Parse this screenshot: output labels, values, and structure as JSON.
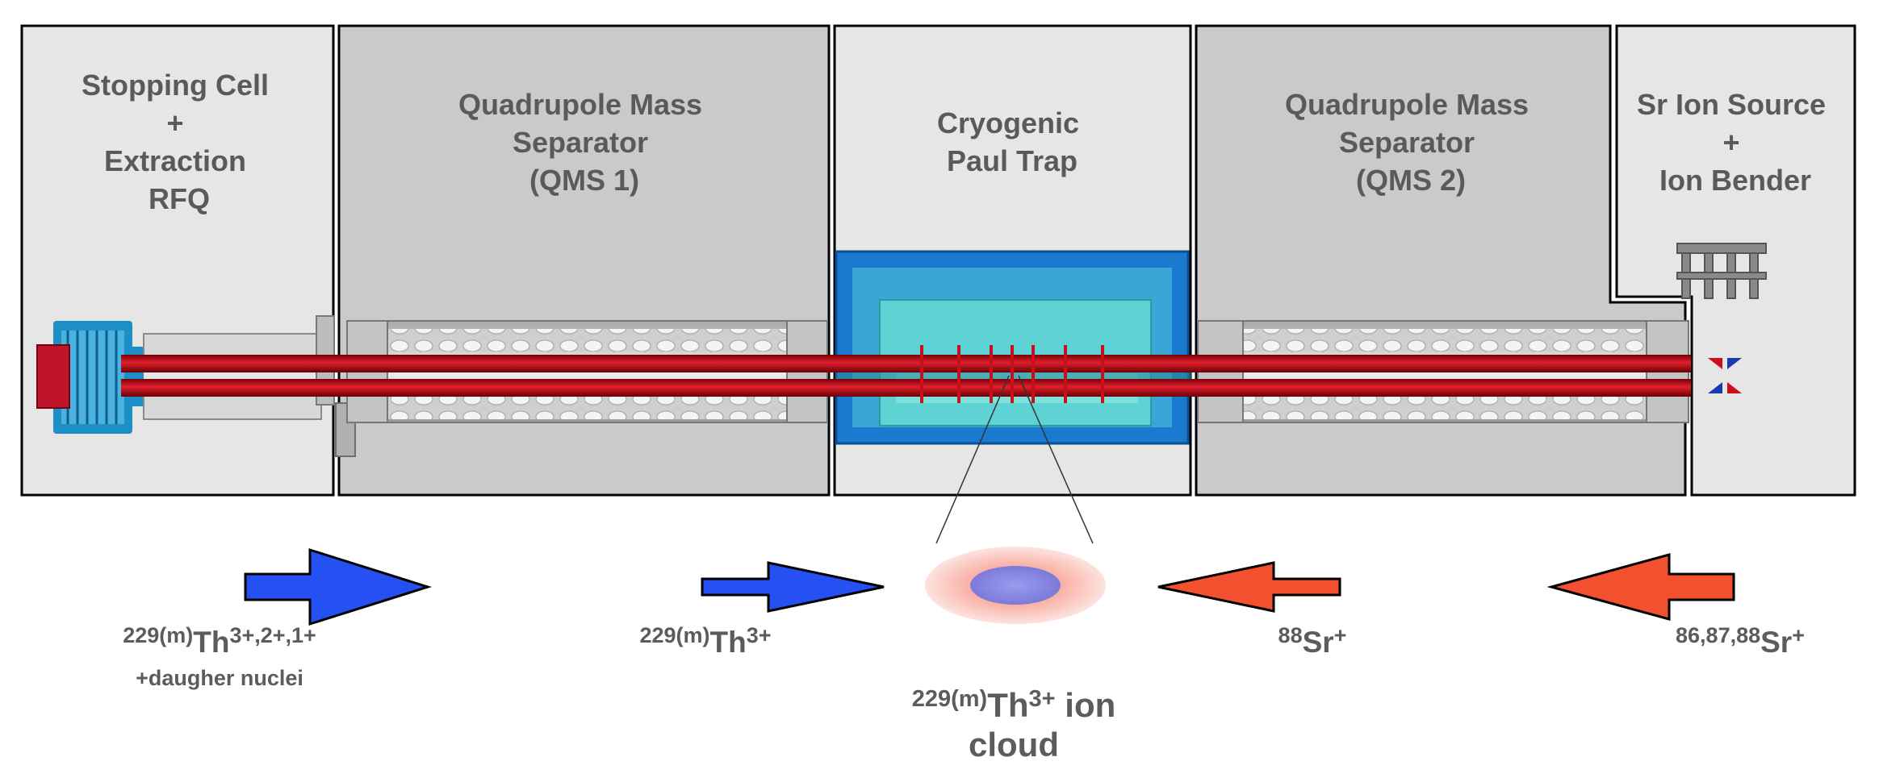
{
  "sections": {
    "stopping_cell": [
      "Stopping Cell",
      "+",
      "Extraction",
      "RFQ"
    ],
    "qms1": [
      "Quadrupole Mass",
      "Separator",
      "(QMS 1)"
    ],
    "paul_trap": [
      "Cryogenic",
      "Paul Trap"
    ],
    "qms2": [
      "Quadrupole Mass",
      "Separator",
      "(QMS 2)"
    ],
    "sr_source": [
      "Sr Ion Source",
      "+",
      "Ion Bender"
    ]
  },
  "labels": {
    "beam_in": {
      "mass": "229(m)",
      "element": "Th",
      "charge": "3+,2+,1+",
      "note": "+daugher nuclei"
    },
    "beam_qms": {
      "mass": "229(m)",
      "element": "Th",
      "charge": "3+"
    },
    "cloud": {
      "mass": "229(m)",
      "element": "Th",
      "charge": "3+",
      "suffix": " ion",
      "line2": "cloud"
    },
    "sr_trap": {
      "mass": "88",
      "element": "Sr",
      "charge": "+"
    },
    "sr_source": {
      "mass": "86,87,88",
      "element": "Sr",
      "charge": "+"
    }
  },
  "colors": {
    "panel_light": "#e6e6e6",
    "panel_dark": "#cacaca",
    "rod_red": "#c8101c",
    "trap_blue": "#1a7ad0",
    "trap_cyan": "#5fd3d3",
    "arrow_blue": "#2550f2",
    "arrow_red": "#f2502e",
    "cloud_outer": "#f9b8ae",
    "cloud_inner": "#8f8ee8"
  }
}
